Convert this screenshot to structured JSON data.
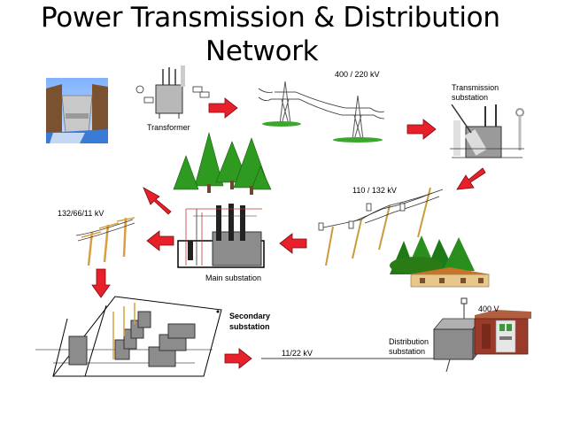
{
  "title_line1": "Power Transmission & Distribution",
  "title_line2": "Network",
  "labels": {
    "transformer": "Transformer",
    "v400_220": "400 / 220 kV",
    "transmission_substation_1": "Transmission",
    "transmission_substation_2": "substation",
    "v110_132": "110 / 132 kV",
    "v132_66_11": "132/66/11 kV",
    "main_substation": "Main substation",
    "secondary_substation_1": "Secondary",
    "secondary_substation_2": "substation",
    "v11_22": "11/22 kV",
    "distribution_substation_1": "Distribution",
    "distribution_substation_2": "substation",
    "v400": "400 V"
  },
  "colors": {
    "arrow": "#e8202a",
    "tree": "#2e8b1e",
    "pole": "#d9a040",
    "equipment": "#8c8c8c"
  }
}
